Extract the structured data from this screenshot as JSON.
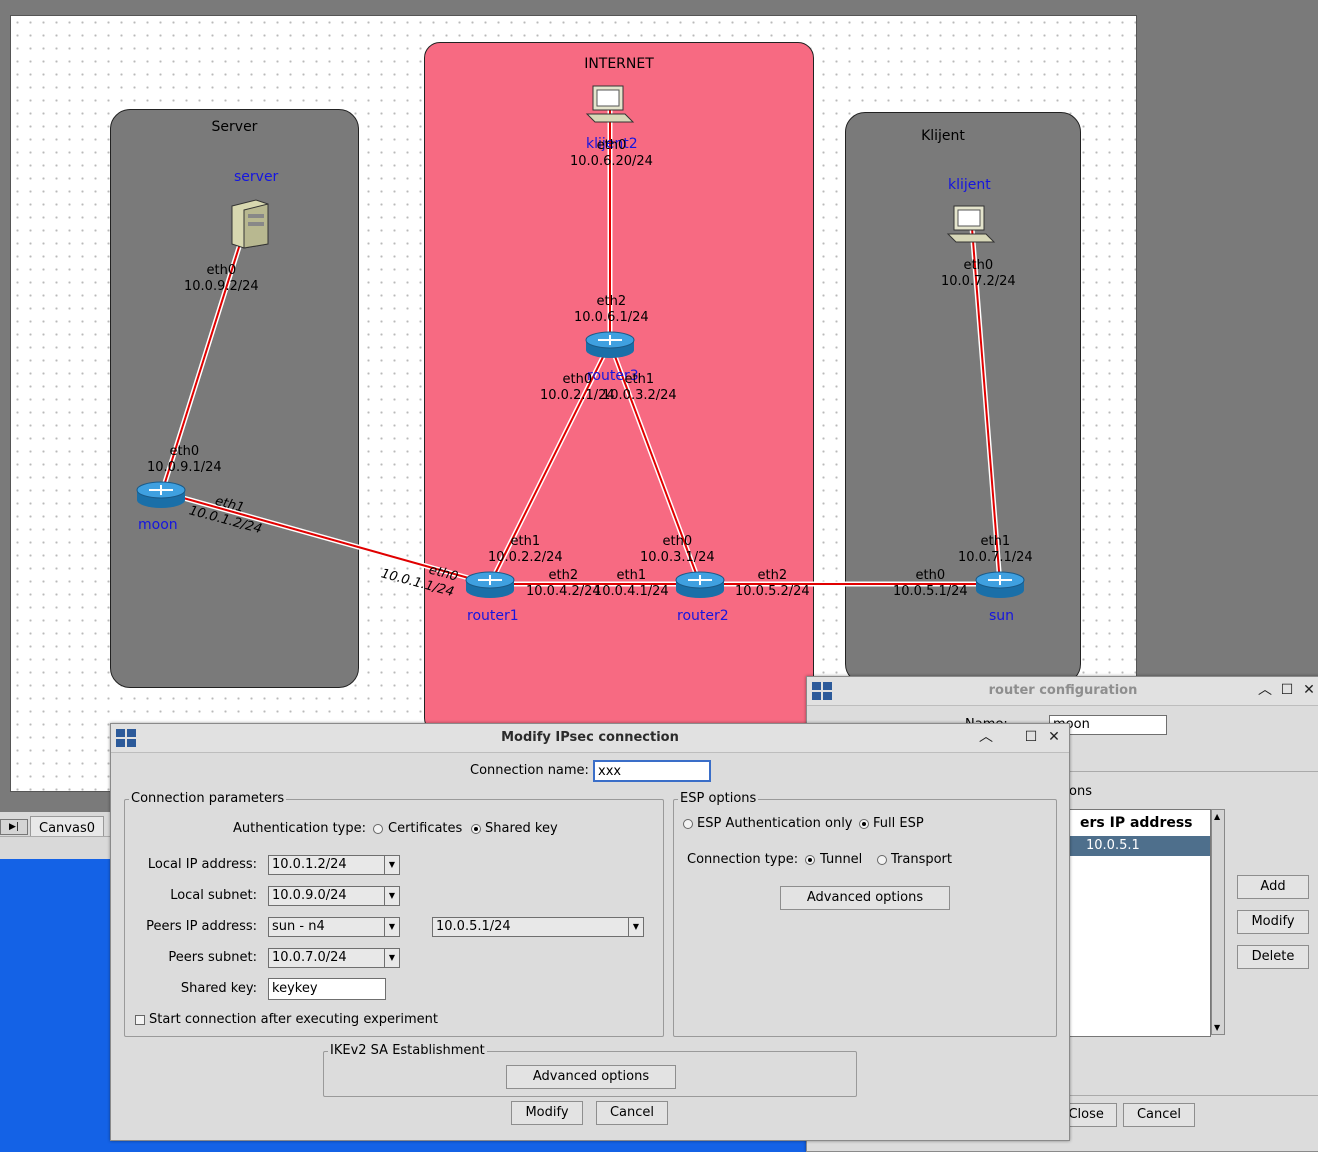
{
  "canvas": {
    "tab_label": "Canvas0",
    "tab_nav": "▶|",
    "zones": {
      "server": "Server",
      "internet": "INTERNET",
      "klijent": "Klijent"
    },
    "nodes": {
      "server": "server",
      "moon": "moon",
      "klijent2": "klijent2",
      "router3": "router3",
      "router1": "router1",
      "router2": "router2",
      "sun": "sun",
      "klijent": "klijent"
    },
    "interfaces": {
      "server_eth0": "eth0\n10.0.9.2/24",
      "moon_eth0": "eth0\n10.0.9.1/24",
      "moon_eth1": "eth1\n10.0.1.2/24",
      "router1_eth0": "eth0\n10.0.1.1/24",
      "klijent2_eth0": "eth0\n10.0.6.20/24",
      "router3_eth2": "eth2\n10.0.6.1/24",
      "router3_eth0": "eth0\n10.0.2.1/24",
      "router3_eth1": "eth1\n10.0.3.2/24",
      "router1_eth1": "eth1\n10.0.2.2/24",
      "router1_eth2": "eth2\n10.0.4.2/24",
      "router2_eth0": "eth0\n10.0.3.1/24",
      "router2_eth1": "eth1\n10.0.4.1/24",
      "router2_eth2": "eth2\n10.0.5.2/24",
      "sun_eth0": "eth0\n10.0.5.1/24",
      "sun_eth1": "eth1\n10.0.7.1/24",
      "klijent_eth0": "eth0\n10.0.7.2/24"
    }
  },
  "router_config": {
    "title": "router configuration",
    "name_label": "Name:",
    "name_value": "moon",
    "section_label": "ons",
    "column_header": "ers IP address",
    "rows": [
      "10.0.5.1"
    ],
    "add": "Add",
    "modify": "Modify",
    "delete": "Delete",
    "apply_close": "d Close",
    "cancel": "Cancel"
  },
  "ipsec": {
    "title": "Modify IPsec connection",
    "connection_name_label": "Connection name:",
    "connection_name_value": "xxx",
    "params_legend": "Connection parameters",
    "auth_type_label": "Authentication type:",
    "auth_certificates": "Certificates",
    "auth_shared_key": "Shared key",
    "local_ip_label": "Local IP address:",
    "local_ip_value": "10.0.1.2/24",
    "local_subnet_label": "Local subnet:",
    "local_subnet_value": "10.0.9.0/24",
    "peers_ip_label": "Peers IP address:",
    "peers_ip_node": "sun - n4",
    "peers_ip_value": "10.0.5.1/24",
    "peers_subnet_label": "Peers subnet:",
    "peers_subnet_value": "10.0.7.0/24",
    "shared_key_label": "Shared key:",
    "shared_key_value": "keykey",
    "start_connection": "Start connection after executing experiment",
    "esp_legend": "ESP options",
    "esp_auth_only": "ESP Authentication only",
    "full_esp": "Full ESP",
    "conn_type_label": "Connection type:",
    "tunnel": "Tunnel",
    "transport": "Transport",
    "esp_advanced": "Advanced options",
    "ikev2_legend": "IKEv2 SA Establishment",
    "ikev2_advanced": "Advanced options",
    "modify": "Modify",
    "cancel": "Cancel"
  },
  "colors": {
    "internet_zone": "#f76a82",
    "zone_gray": "#7a7a7a",
    "link_red": "#e00000",
    "node_label": "#1515e0",
    "desktop": "#1462e6"
  }
}
